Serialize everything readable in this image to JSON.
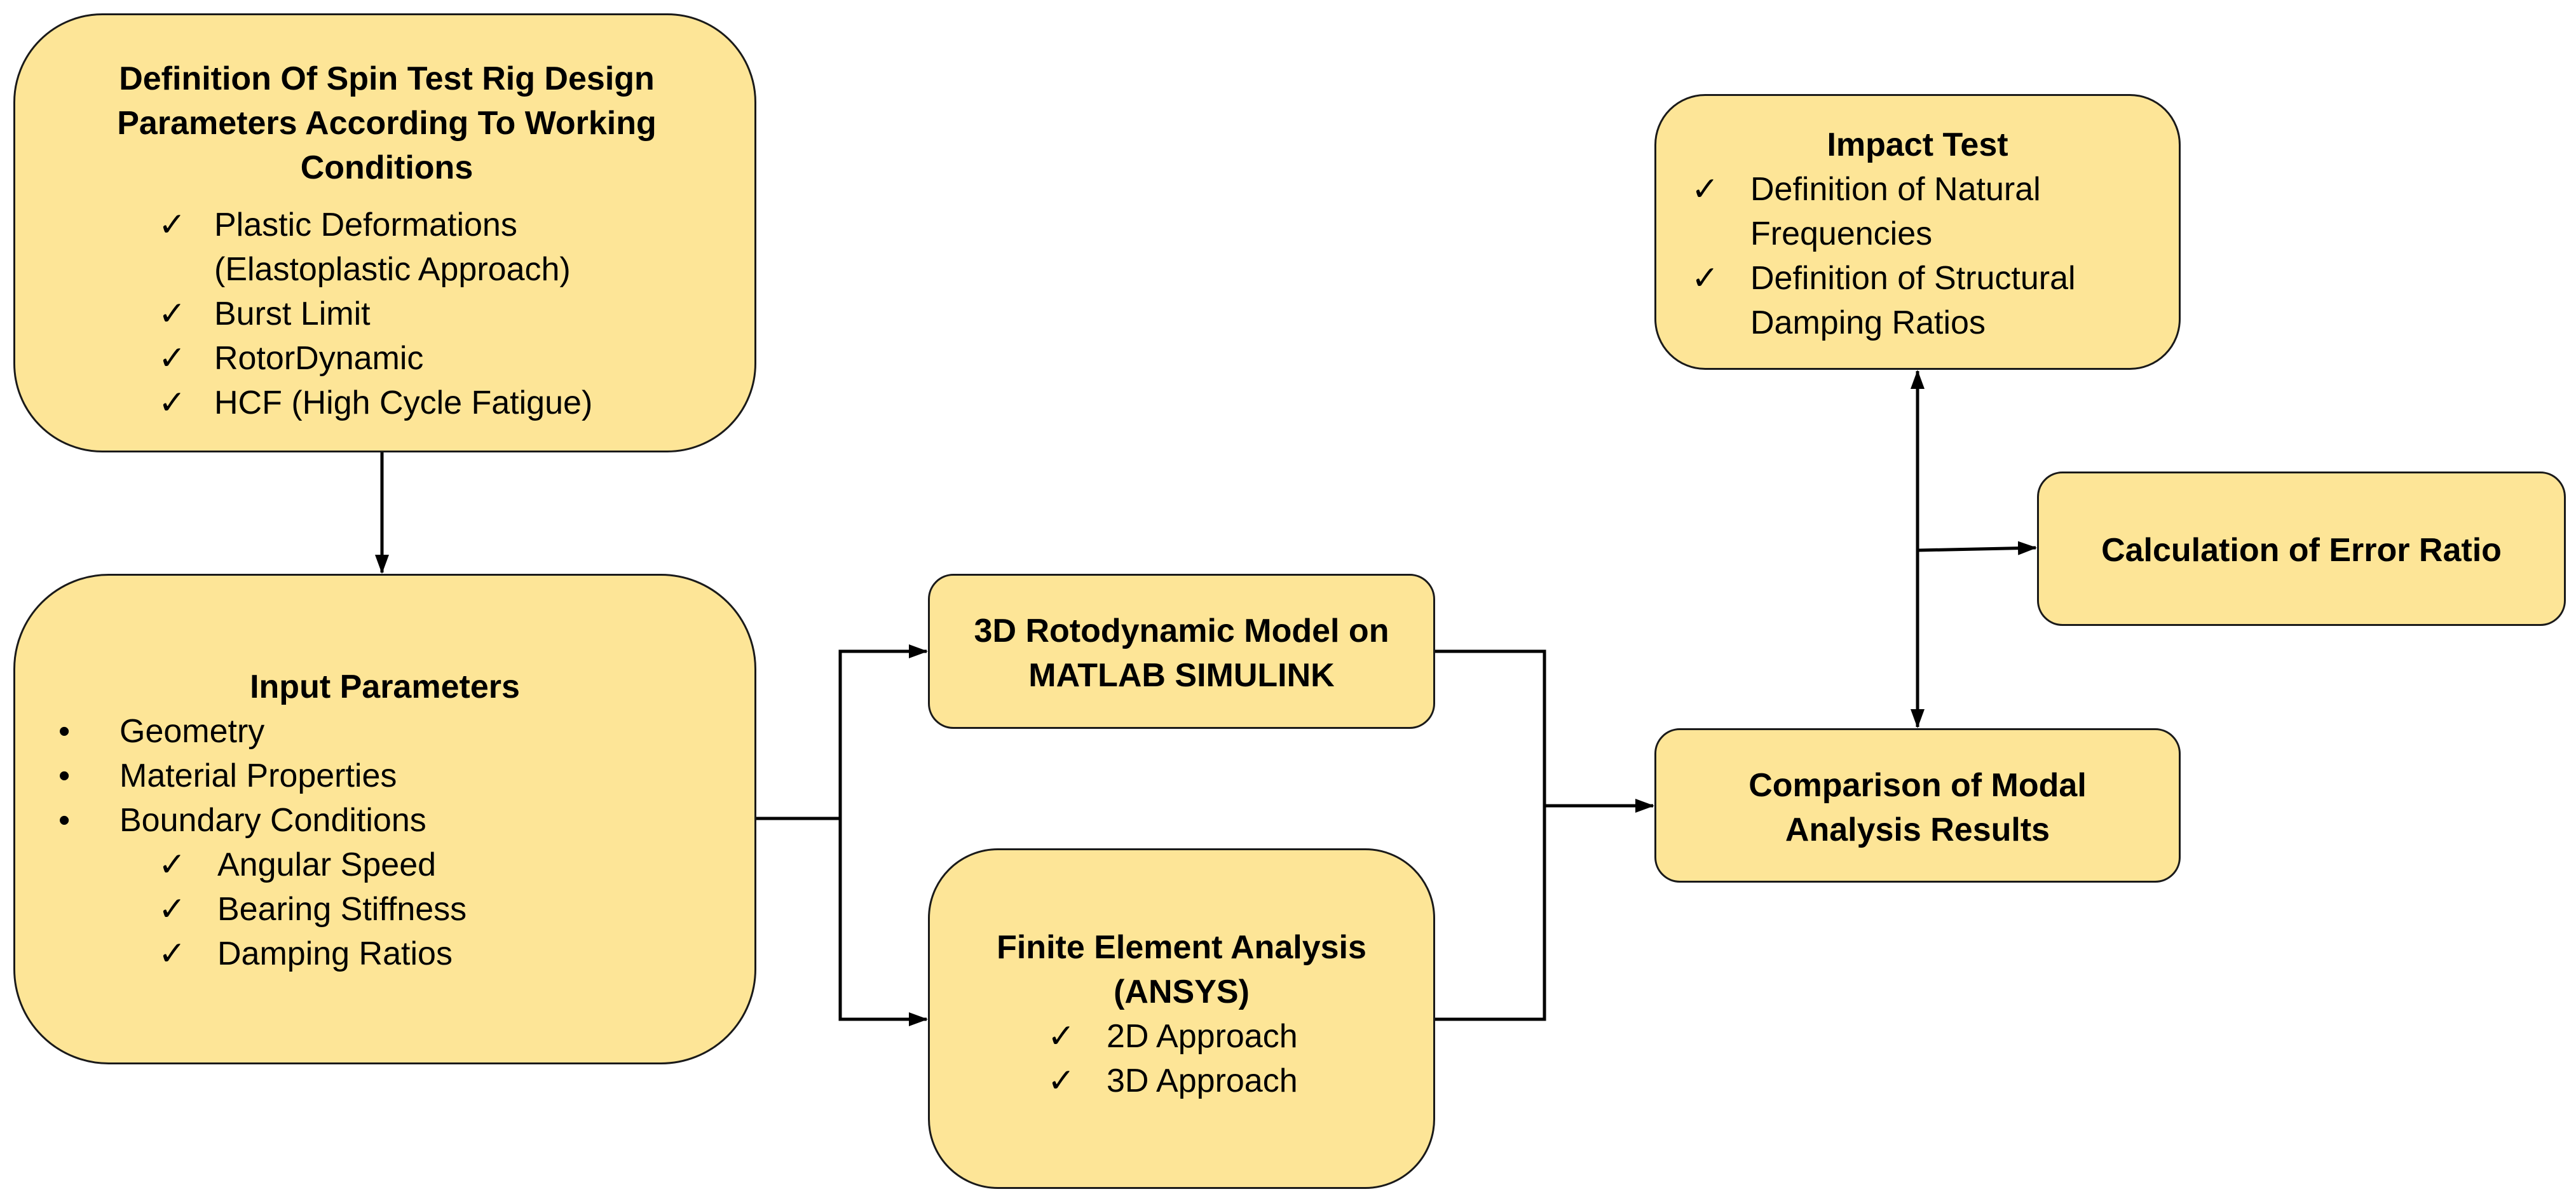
{
  "nodes": {
    "design_parameters": {
      "title": "Definition Of Spin Test Rig Design Parameters According To Working Conditions",
      "items": [
        "Plastic Deformations",
        "(Elastoplastic Approach)",
        "Burst Limit",
        "RotorDynamic",
        "HCF (High Cycle Fatigue)"
      ]
    },
    "input_parameters": {
      "title": "Input Parameters",
      "bullets": [
        "Geometry",
        "Material Properties",
        "Boundary Conditions"
      ],
      "sub_items": [
        "Angular Speed",
        "Bearing Stiffness",
        "Damping Ratios"
      ]
    },
    "rotodynamic_model": {
      "title_line1": "3D Rotodynamic Model on",
      "title_line2": "MATLAB SIMULINK"
    },
    "finite_element": {
      "title_line1": "Finite Element Analysis",
      "title_line2": "(ANSYS)",
      "items": [
        "2D Approach",
        "3D Approach"
      ]
    },
    "impact_test": {
      "title": "Impact Test",
      "items": [
        "Definition of Natural",
        "Frequencies",
        "Definition of Structural",
        "Damping Ratios"
      ]
    },
    "error_ratio": {
      "title": "Calculation of Error Ratio"
    },
    "comparison": {
      "title_line1": "Comparison of Modal",
      "title_line2": "Analysis Results"
    }
  },
  "symbols": {
    "check": "✓",
    "bullet": "•"
  },
  "colors": {
    "node_fill": "#fde597",
    "node_border": "#1a1a1a",
    "line": "#000000"
  }
}
